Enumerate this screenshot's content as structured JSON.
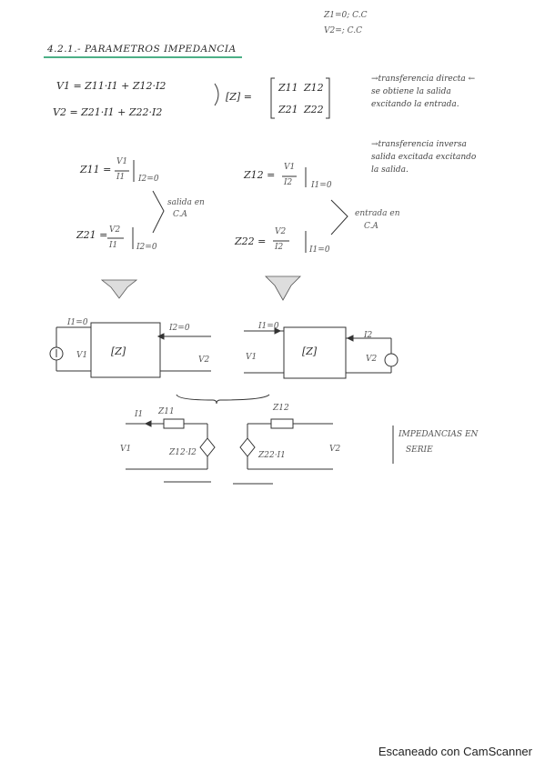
{
  "header_notes": [
    "Z1=0; C.C",
    "V2=; C.C"
  ],
  "title": "4.2.1.- PARAMETROS IMPEDANCIA",
  "equations": {
    "v1": "V1 = Z11·I1 + Z12·I2",
    "v2": "V2 = Z21·I1 + Z22·I2",
    "matrix_lhs": "[Z] =",
    "m11": "Z11",
    "m12": "Z12",
    "m21": "Z21",
    "m22": "Z22"
  },
  "notes": {
    "note1_line1": "→transferencia directa ←",
    "note1_line2": "se obtiene la salida",
    "note1_line3": "excitando la entrada.",
    "note2_line1": "→transferencia inversa",
    "note2_line2": "salida excitada excitando",
    "note2_line3": "la salida."
  },
  "definitions": {
    "z11_lhs": "Z11 =",
    "z11_num": "V1",
    "z11_den": "I1",
    "z11_cond": "I2=0",
    "z12_lhs": "Z12 =",
    "z12_num": "V1",
    "z12_den": "I2",
    "z12_cond": "I1=0",
    "z21_lhs": "Z21 =",
    "z21_num": "V2",
    "z21_den": "I1",
    "z21_cond": "I2=0",
    "z22_lhs": "Z22 =",
    "z22_num": "V2",
    "z22_den": "I2",
    "z22_cond": "I1=0",
    "brace_left_1": "salida en",
    "brace_left_2": "C.A",
    "brace_right_1": "entrada en",
    "brace_right_2": "C.A"
  },
  "circuits": {
    "left_i1": "I1=0",
    "left_i2": "I2=0",
    "left_v1": "V1",
    "left_v2": "V2",
    "left_box": "[Z]",
    "right_i1": "I1=0",
    "right_i2": "I2",
    "right_v1": "V1",
    "right_v2": "V2",
    "right_box": "[Z]",
    "eq_i1": "I1",
    "eq_z11": "Z11",
    "eq_z12": "Z12",
    "eq_v1": "V1",
    "eq_v2": "V2",
    "eq_src1": "Z12·I2",
    "eq_src2": "Z22·I1",
    "side_note_1": "IMPEDANCIAS EN",
    "side_note_2": "SERIE"
  },
  "footer": "Escaneado con CamScanner"
}
